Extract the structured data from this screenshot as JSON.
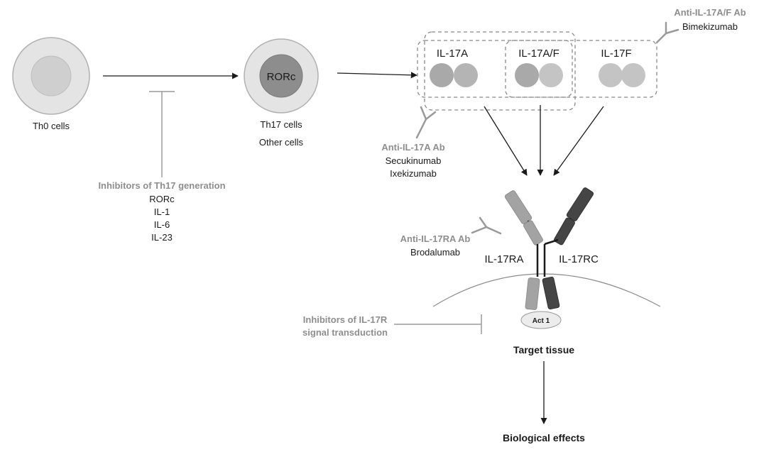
{
  "cells": {
    "th0_label": "Th0 cells",
    "rorc_label": "RORc",
    "th17_label": "Th17 cells",
    "other_label": "Other cells"
  },
  "inhibitors_th17": {
    "title": "Inhibitors of Th17 generation",
    "items": [
      "RORc",
      "IL-1",
      "IL-6",
      "IL-23"
    ]
  },
  "cytokines": {
    "il17a": "IL-17A",
    "il17af": "IL-17A/F",
    "il17f": "IL-17F"
  },
  "antibodies": {
    "anti_il17af": {
      "title": "Anti-IL-17A/F Ab",
      "drugs": [
        "Bimekizumab"
      ]
    },
    "anti_il17a": {
      "title": "Anti-IL-17A Ab",
      "drugs": [
        "Secukinumab",
        "Ixekizumab"
      ]
    },
    "anti_il17ra": {
      "title": "Anti-IL-17RA Ab",
      "drugs": [
        "Brodalumab"
      ]
    }
  },
  "receptor": {
    "ra_label": "IL-17RA",
    "rc_label": "IL-17RC",
    "act1_label": "Act 1"
  },
  "inhibitors_signal": {
    "line1": "Inhibitors of IL-17R",
    "line2": "signal transduction"
  },
  "target_tissue": "Target tissue",
  "biological_effects": "Biological effects",
  "colors": {
    "light_gray": "#bdbdbd",
    "mid_gray": "#9a9a9a",
    "dark_gray": "#4a4a4a",
    "title_gray": "#8e8e8e"
  }
}
